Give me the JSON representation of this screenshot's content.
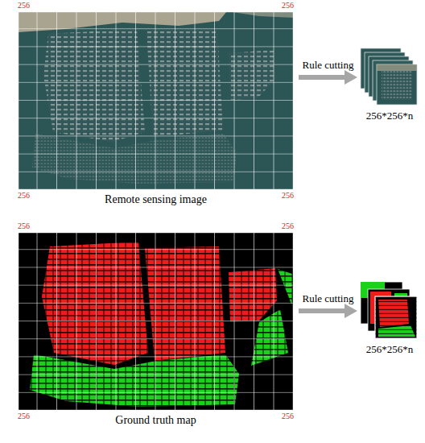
{
  "diagram": {
    "nodes": [
      {
        "text": [
          "Remote sensing image"
        ]
      },
      {
        "text": [
          "256*256*n"
        ]
      },
      {
        "text": [
          "Ground truth map"
        ]
      },
      {
        "text": [
          "256*256*n"
        ]
      }
    ],
    "edges": [
      {
        "from": 0,
        "to": 1,
        "label": "Rule cutting",
        "arrow": "to"
      },
      {
        "from": 2,
        "to": 3,
        "label": "Rule cutting",
        "arrow": "to"
      }
    ],
    "labels": [
      "256",
      "256",
      "256",
      "256",
      "256",
      "256",
      "256",
      "256"
    ]
  }
}
